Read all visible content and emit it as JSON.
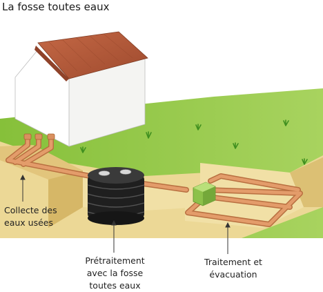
{
  "title": "La fosse toutes eaux",
  "labels": {
    "collecte": [
      "Collecte des",
      "eaux usées"
    ],
    "pretraitement": [
      "Prétraitement",
      "avec la fosse",
      "toutes eaux"
    ],
    "traitement": [
      "Traitement et",
      "évacuation"
    ]
  },
  "colors": {
    "grass": "#8cc63f",
    "grass_light": "#a9d65a",
    "soil": "#ecd896",
    "soil_dark": "#d9bf6e",
    "pipe": "#d9905f",
    "pipe_dark": "#b86f40",
    "roof": "#b85a3a",
    "wall": "#f6f6f4",
    "tank": "#222222",
    "distribution_box": "#9ccc55"
  }
}
